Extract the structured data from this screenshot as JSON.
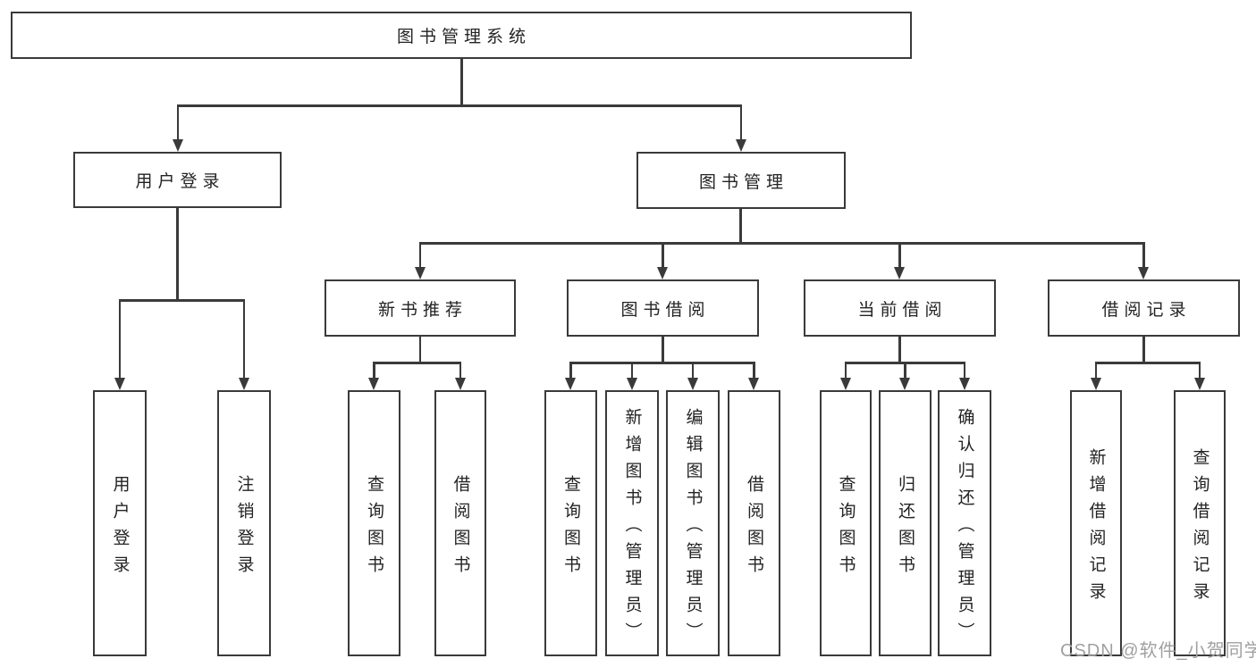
{
  "colors": {
    "line": "#3a3a3a",
    "text": "#232323",
    "background": "#ffffff",
    "watermark": "#a0a0a0"
  },
  "watermark": "CSDN @软件_小贺同学",
  "tree": {
    "label": "图书管理系统",
    "children": [
      {
        "label": "用户登录",
        "children": [
          {
            "label": "用户登录"
          },
          {
            "label": "注销登录"
          }
        ]
      },
      {
        "label": "图书管理",
        "children": [
          {
            "label": "新书推荐",
            "children": [
              {
                "label": "查询图书"
              },
              {
                "label": "借阅图书"
              }
            ]
          },
          {
            "label": "图书借阅",
            "children": [
              {
                "label": "查询图书"
              },
              {
                "label": "新增图书（管理员）"
              },
              {
                "label": "编辑图书（管理员）"
              },
              {
                "label": "借阅图书"
              }
            ]
          },
          {
            "label": "当前借阅",
            "children": [
              {
                "label": "查询图书"
              },
              {
                "label": "归还图书"
              },
              {
                "label": "确认归还（管理员）"
              }
            ]
          },
          {
            "label": "借阅记录",
            "children": [
              {
                "label": "新增借阅记录"
              },
              {
                "label": "查询借阅记录"
              }
            ]
          }
        ]
      }
    ]
  }
}
